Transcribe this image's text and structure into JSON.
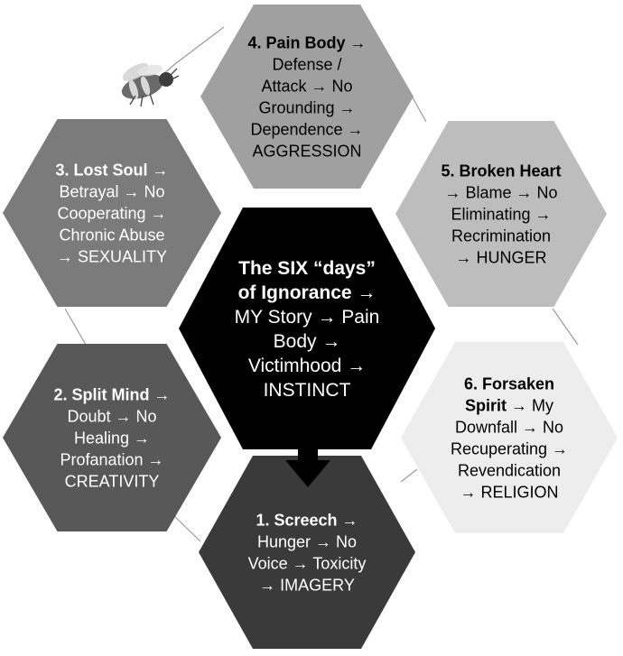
{
  "diagram": {
    "center": {
      "lines": [
        {
          "text": "The SIX “days”",
          "bold": true
        },
        {
          "text": "of Ignorance →",
          "bold": true
        },
        {
          "text": "MY Story → Pain",
          "bold": false
        },
        {
          "text": "Body →",
          "bold": false
        },
        {
          "text": "Victimhood →",
          "bold": false
        },
        {
          "text": "INSTINCT",
          "bold": false
        }
      ],
      "fill": "#000000",
      "text_color": "#ffffff"
    },
    "stages": [
      {
        "id": "screech",
        "fill": "#3a3a3a",
        "text_color": "#ffffff",
        "lines": [
          {
            "text": "1. Screech →",
            "bold": true
          },
          {
            "text": "Hunger → No",
            "bold": false
          },
          {
            "text": "Voice → Toxicity",
            "bold": false
          },
          {
            "text": "→ IMAGERY",
            "bold": false
          }
        ]
      },
      {
        "id": "split-mind",
        "fill": "#585858",
        "text_color": "#ffffff",
        "lines": [
          {
            "text": "2. Split Mind →",
            "bold": true
          },
          {
            "text": "Doubt → No",
            "bold": false
          },
          {
            "text": "Healing →",
            "bold": false
          },
          {
            "text": "Profanation →",
            "bold": false
          },
          {
            "text": "CREATIVITY",
            "bold": false
          }
        ]
      },
      {
        "id": "lost-soul",
        "fill": "#7b7b7b",
        "text_color": "#ffffff",
        "lines": [
          {
            "text": "3. Lost Soul →",
            "bold": true
          },
          {
            "text": "Betrayal → No",
            "bold": false
          },
          {
            "text": "Cooperating →",
            "bold": false
          },
          {
            "text": "Chronic Abuse",
            "bold": false
          },
          {
            "text": "→ SEXUALITY",
            "bold": false
          }
        ]
      },
      {
        "id": "pain-body",
        "fill": "#a0a0a0",
        "text_color": "#000000",
        "lines": [
          {
            "text": "4. Pain Body →",
            "bold": true
          },
          {
            "text": "Defense /",
            "bold": false
          },
          {
            "text": "Attack → No",
            "bold": false
          },
          {
            "text": "Grounding →",
            "bold": false
          },
          {
            "text": "Dependence →",
            "bold": false
          },
          {
            "text": "AGGRESSION",
            "bold": false
          }
        ]
      },
      {
        "id": "broken-heart",
        "fill": "#bdbdbd",
        "text_color": "#000000",
        "lines": [
          {
            "text": "5. Broken Heart",
            "bold": true
          },
          {
            "text": "→ Blame → No",
            "bold": false
          },
          {
            "text": "Eliminating →",
            "bold": false
          },
          {
            "text": "Recrimination",
            "bold": false
          },
          {
            "text": "→ HUNGER",
            "bold": false
          }
        ]
      },
      {
        "id": "forsaken-spirit",
        "fill": "#ededed",
        "text_color": "#000000",
        "lines": [
          {
            "text": "6. Forsaken",
            "bold": true
          },
          {
            "text": "Spirit → My",
            "bold": "partial",
            "bold_part": "Spirit",
            "rest": " → My"
          },
          {
            "text": "Downfall → No",
            "bold": false
          },
          {
            "text": "Recuperating →",
            "bold": false
          },
          {
            "text": "Revendication",
            "bold": false
          },
          {
            "text": "→ RELIGION",
            "bold": false
          }
        ]
      }
    ],
    "connector_color": "#9a9a9a",
    "arrow_color": "#000000",
    "decoration": "bee-icon"
  }
}
